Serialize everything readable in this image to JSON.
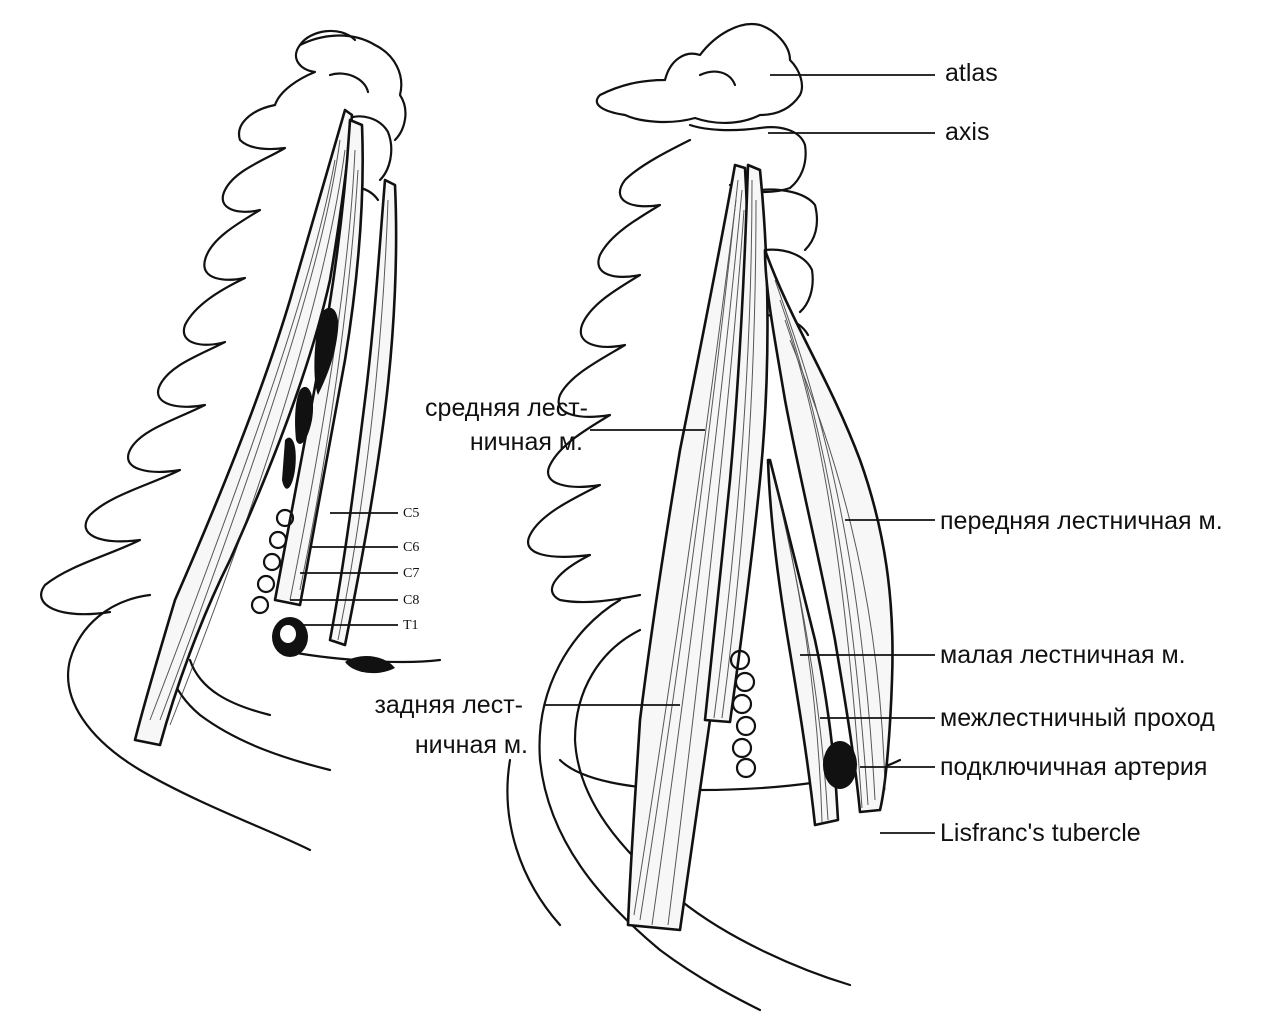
{
  "left_figure": {
    "nerve_roots": [
      "C5",
      "C6",
      "C7",
      "C8",
      "T1"
    ]
  },
  "right_figure": {
    "labels": {
      "atlas": "atlas",
      "axis": "axis",
      "scalenus_medius_line1": "средняя лест-",
      "scalenus_medius_line2": "ничная м.",
      "scalenus_anterior": "передняя лестничная м.",
      "scalenus_minimus": "малая лестничная м.",
      "interscalene_passage": "межлестничный проход",
      "subclavian_artery": "подключичная артерия",
      "lisfranc_tubercle": "Lisfranc's tubercle",
      "scalenus_posterior_line1": "задняя лест-",
      "scalenus_posterior_line2": "ничная м."
    }
  }
}
